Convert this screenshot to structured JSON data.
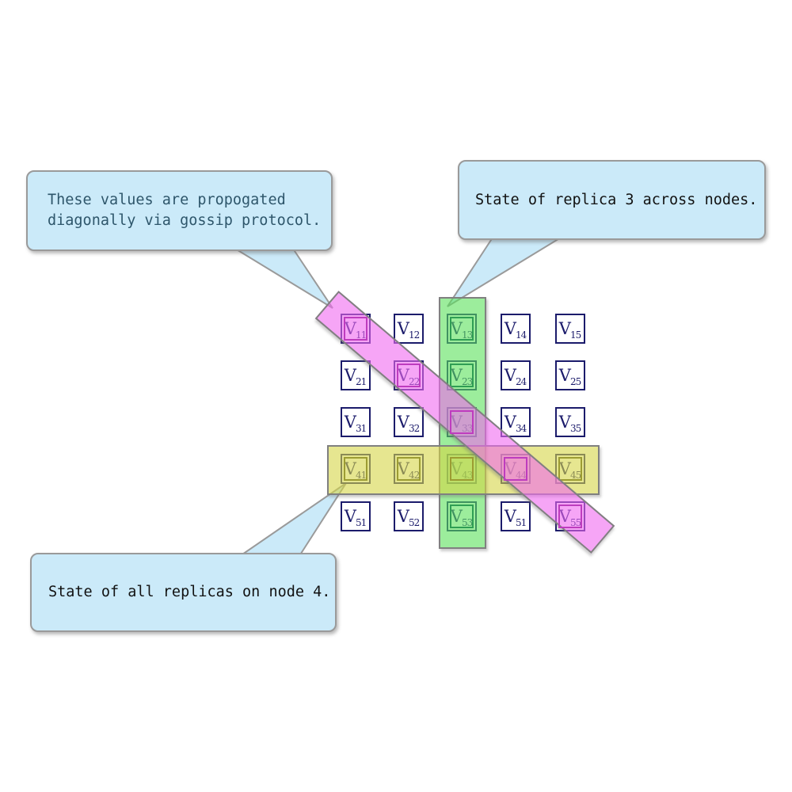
{
  "diagram": {
    "matrix": {
      "symbol": "V",
      "rows": 5,
      "cols": 5,
      "cell_labels": [
        [
          "11",
          "12",
          "13",
          "14",
          "15"
        ],
        [
          "21",
          "22",
          "23",
          "24",
          "25"
        ],
        [
          "31",
          "32",
          "33",
          "34",
          "35"
        ],
        [
          "41",
          "42",
          "43",
          "44",
          "45"
        ],
        [
          "51",
          "52",
          "53",
          "51",
          "55"
        ]
      ]
    },
    "highlights": {
      "replica_column": {
        "meaning": "State of replica 3 across nodes.",
        "cells": [
          [
            0,
            2
          ],
          [
            1,
            2
          ],
          [
            2,
            2
          ],
          [
            3,
            2
          ],
          [
            4,
            2
          ]
        ],
        "fill": "rgba(90,225,90,0.6)",
        "outline": "#2f9e54"
      },
      "node_row": {
        "meaning": "State of all replicas on node 4.",
        "cells": [
          [
            3,
            0
          ],
          [
            3,
            1
          ],
          [
            3,
            2
          ],
          [
            3,
            3
          ],
          [
            3,
            4
          ]
        ],
        "fill": "rgba(214,214,70,0.6)",
        "outline": "#9c9c32"
      },
      "gossip_diagonal": {
        "meaning": "These values are propogated diagonally via gossip protocol.",
        "cells": [
          [
            0,
            0
          ],
          [
            1,
            1
          ],
          [
            2,
            2
          ],
          [
            3,
            3
          ],
          [
            4,
            4
          ]
        ],
        "fill": "rgba(240,105,240,0.6)",
        "outline": "#be3cbe"
      }
    },
    "callouts": {
      "gossip": {
        "line1": "These values are propogated",
        "line2": "diagonally via gossip protocol.",
        "text_color": "#2e566b"
      },
      "replica": {
        "text": "State of replica 3 across nodes.",
        "text_color": "#121212"
      },
      "node": {
        "text": "State of all replicas on node 4.",
        "text_color": "#121212"
      }
    },
    "colors": {
      "cell_border": "#1b1b6b",
      "callout_fill": "#cbeaf9",
      "callout_border": "#9a9a9a",
      "band_border": "#808080"
    }
  }
}
